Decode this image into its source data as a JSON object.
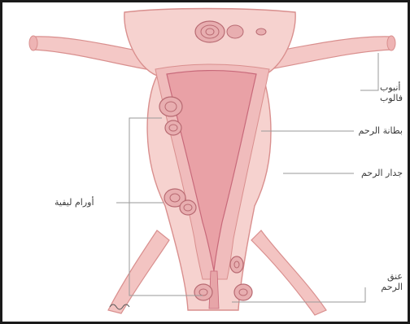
{
  "labels": {
    "fallopian_tube": [
      "أنبوب",
      "فالوب"
    ],
    "endometrium": "بطانة الرحم",
    "uterine_wall": "جدار الرحم",
    "fibroids": "أورام ليفية",
    "cervix": [
      "عنق",
      "الرحم"
    ]
  },
  "colors": {
    "tissue": "#f6d2cf",
    "tissue_edge": "#d98f8e",
    "cavity": "#e9a1a6",
    "cavity_edge": "#c8697a",
    "fibroid": "#e8aeb0",
    "leader": "#9a9a9a",
    "frame": "#1a1a1a"
  }
}
